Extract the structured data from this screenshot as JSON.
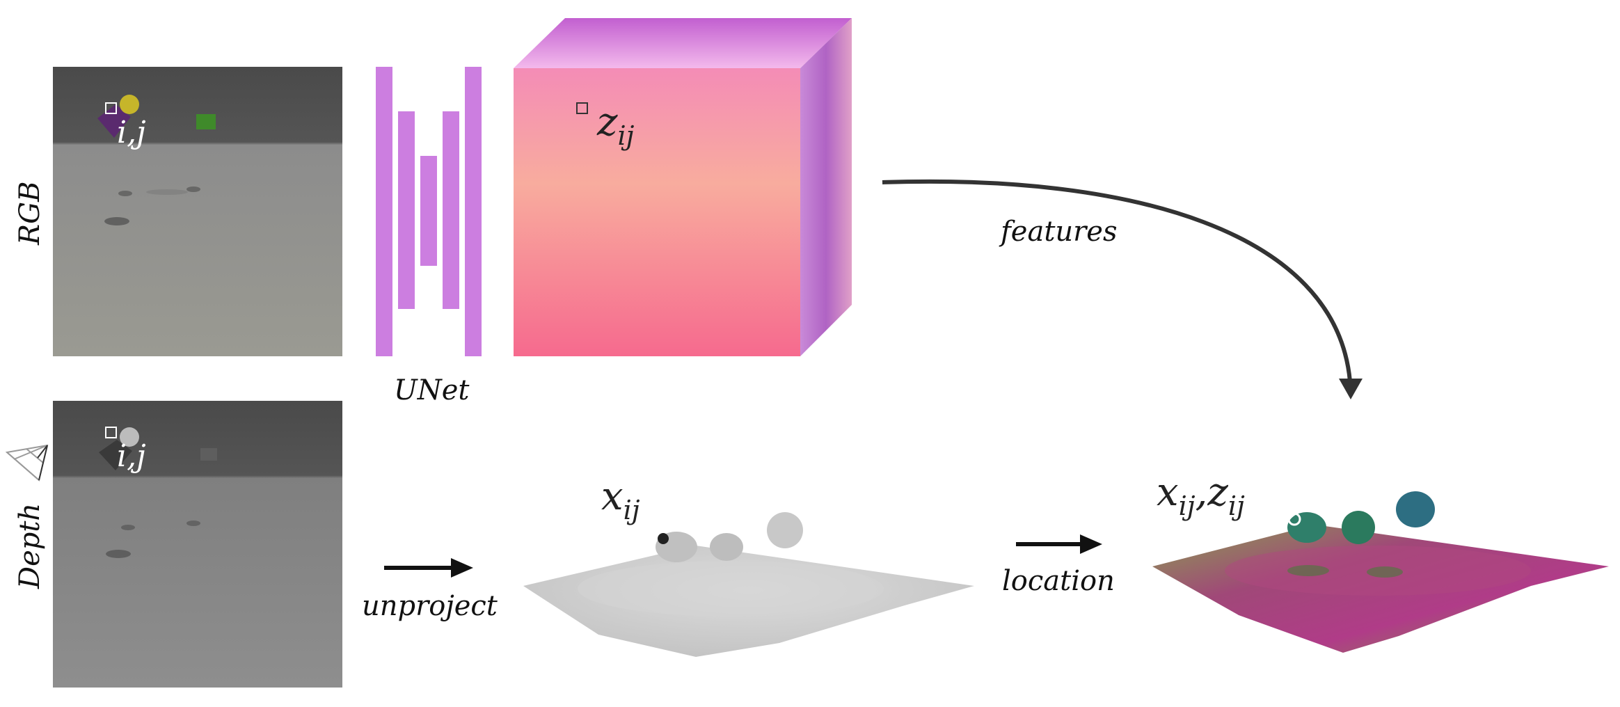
{
  "labels": {
    "rgb": "RGB",
    "depth": "Depth",
    "unet": "UNet",
    "features": "features",
    "unproject": "unproject",
    "location": "location"
  },
  "math": {
    "rgb_pixel": {
      "base": "i,j"
    },
    "depth_pixel": {
      "base": "i,j"
    },
    "feature_cell": {
      "base": "z",
      "sub": "ij"
    },
    "point": {
      "base": "x",
      "sub": "ij"
    },
    "combined": {
      "base1": "x",
      "sub1": "ij",
      "sep": ",",
      "base2": "z",
      "sub2": "ij"
    }
  },
  "colors": {
    "unet": "#cc7ee0",
    "cube_front_top": "#f58fb0",
    "cube_front_mid": "#f7a8a0",
    "cube_front_bottom": "#f66d8d",
    "cube_top": "#d978d6",
    "cube_side": "#b56ac9",
    "arrow": "#333333"
  }
}
